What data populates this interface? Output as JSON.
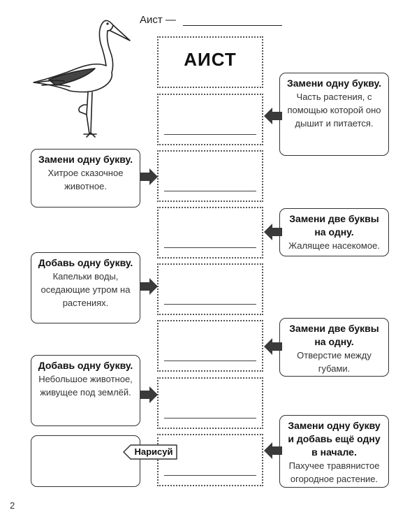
{
  "header": {
    "label": "Аист —"
  },
  "start_word": "АИСТ",
  "clues": [
    {
      "title": "Замени одну букву.",
      "text": "Часть растения, с помощью которой оно дышит и питается."
    },
    {
      "title": "Замени одну букву.",
      "text": "Хитрое сказочное животное."
    },
    {
      "title": "Замени две буквы на одну.",
      "text": "Жалящее насекомое."
    },
    {
      "title": "Добавь одну букву.",
      "text": "Капельки воды, оседающие утром на растениях."
    },
    {
      "title": "Замени две буквы на одну.",
      "text": "Отверстие между губами."
    },
    {
      "title": "Добавь одну букву.",
      "text": "Небольшое животное, живущее под землёй."
    },
    {
      "title": "Замени одну букву и добавь ещё одну в начале.",
      "text": "Пахучее травянистое огородное растение."
    }
  ],
  "draw_label": "Нарисуй",
  "page_number": "2"
}
